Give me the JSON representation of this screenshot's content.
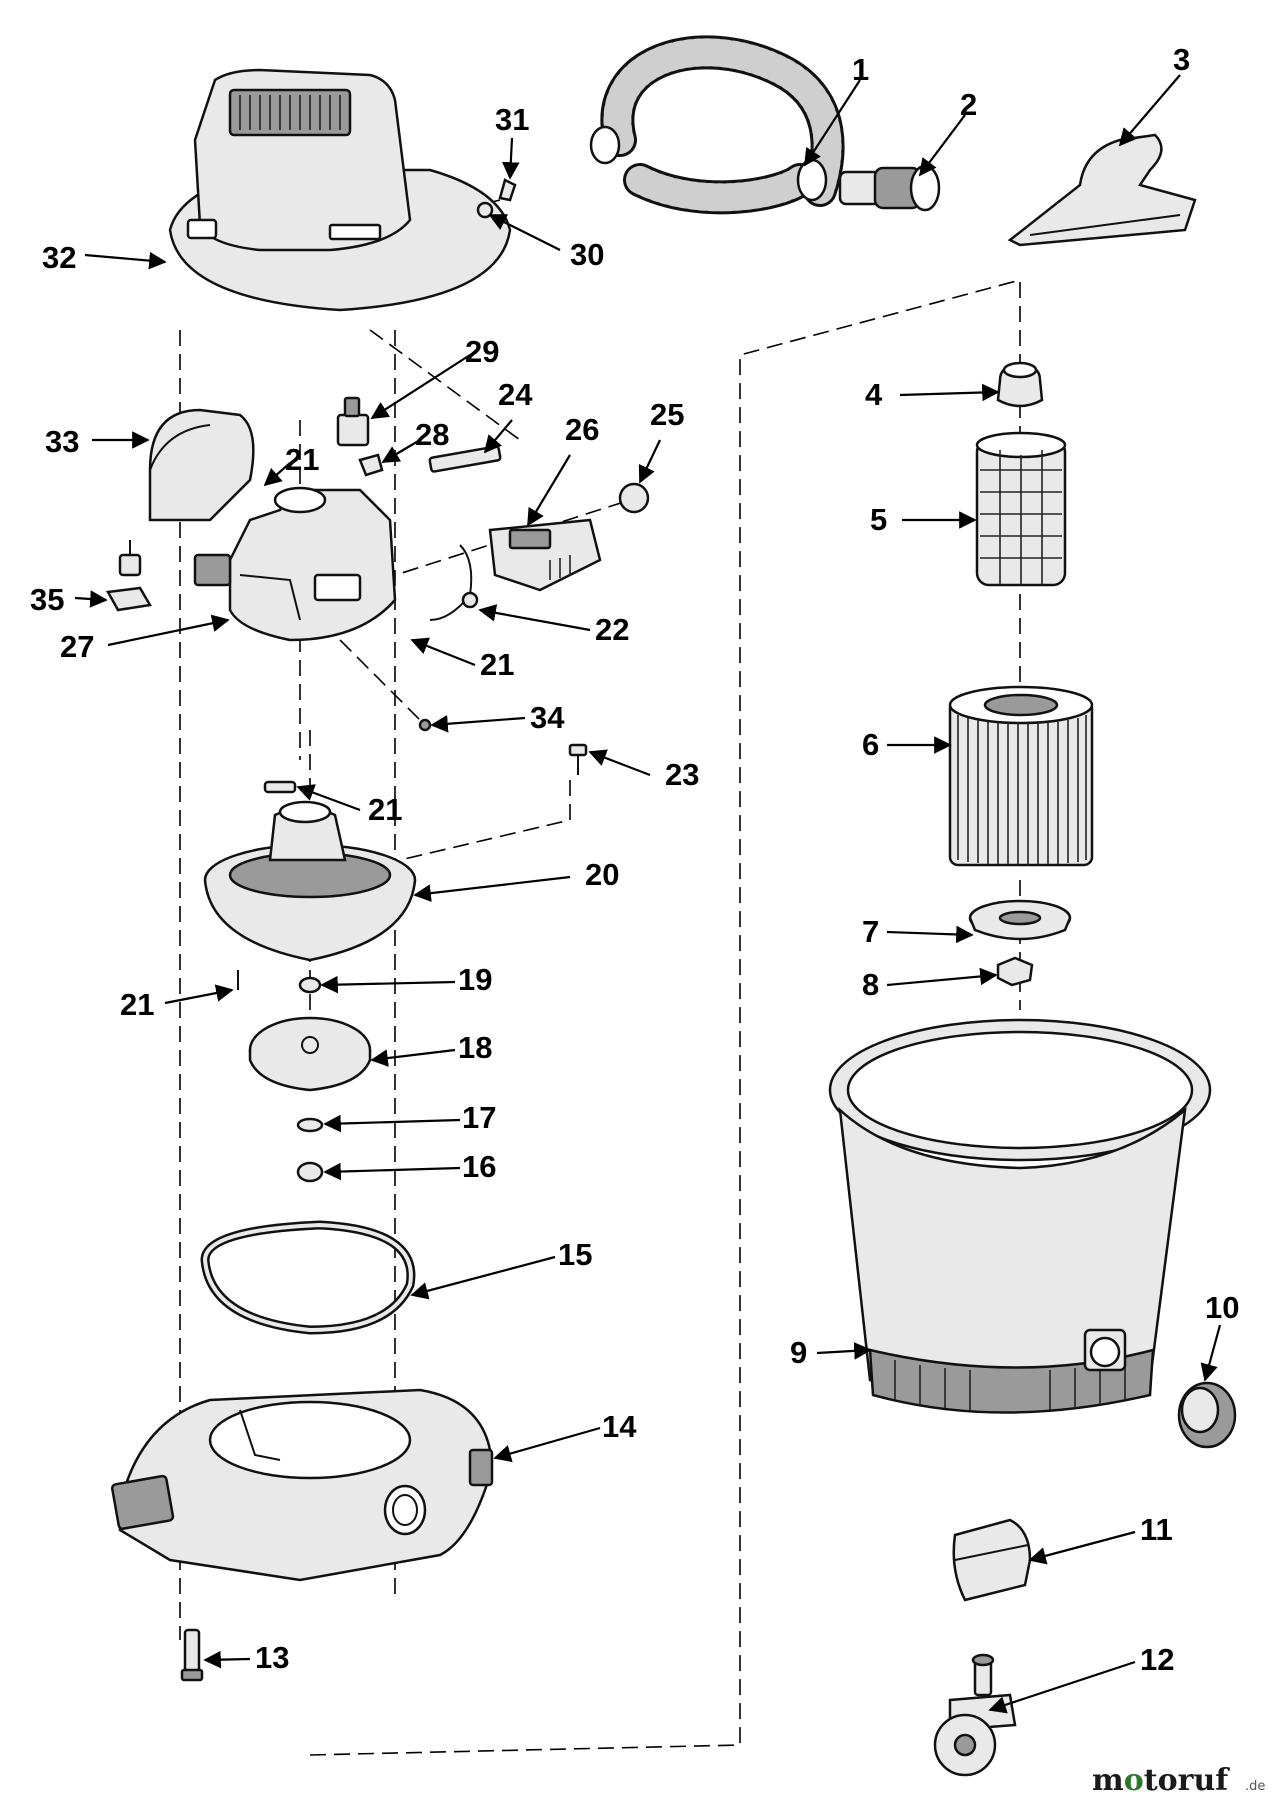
{
  "watermark": {
    "text": "motoruf",
    "suffix": ".de",
    "color_o": "#2a7a2a",
    "color_rest": "#1a1a1a"
  },
  "labels": {
    "p1": "1",
    "p2": "2",
    "p3": "3",
    "p4": "4",
    "p5": "5",
    "p6": "6",
    "p7": "7",
    "p8": "8",
    "p9": "9",
    "p10": "10",
    "p11": "11",
    "p12": "12",
    "p13": "13",
    "p14": "14",
    "p15": "15",
    "p16": "16",
    "p17": "17",
    "p18": "18",
    "p19": "19",
    "p20": "20",
    "p21a": "21",
    "p21b": "21",
    "p21c": "21",
    "p21d": "21",
    "p22": "22",
    "p23": "23",
    "p24": "24",
    "p25": "25",
    "p26": "26",
    "p27": "27",
    "p28": "28",
    "p29": "29",
    "p30": "30",
    "p31": "31",
    "p32": "32",
    "p33": "33",
    "p34": "34",
    "p35": "35"
  }
}
